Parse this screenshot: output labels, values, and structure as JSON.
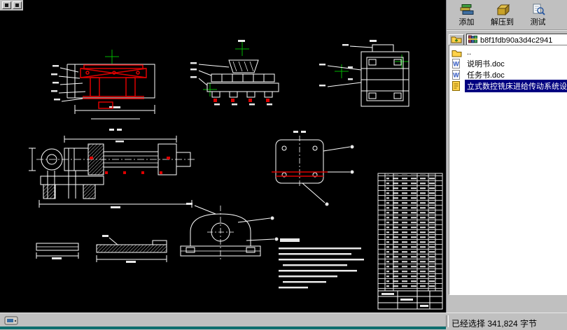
{
  "cad": {
    "background": "#000000",
    "line_color": "#ffffff",
    "highlight_color": "#dd0000",
    "crosshair_color": "#00b400"
  },
  "archive": {
    "toolbar": {
      "add_label": "添加",
      "extract_label": "解压到",
      "test_label": "测试"
    },
    "address": {
      "value": "b8f1fdb90a3d4c2941"
    },
    "files": [
      {
        "name": "..",
        "type": "folder-up",
        "selected": false
      },
      {
        "name": "说明书.doc",
        "type": "word-doc",
        "selected": false
      },
      {
        "name": "任务书.doc",
        "type": "word-doc",
        "selected": false
      },
      {
        "name": "立式数控铣床进给传动系统设",
        "type": "dwg-file",
        "selected": true
      }
    ],
    "selection_color": "#000080"
  },
  "statusbar": {
    "text": "已经选择 341,824 字节"
  },
  "icons": {
    "word_glyph": "W"
  }
}
